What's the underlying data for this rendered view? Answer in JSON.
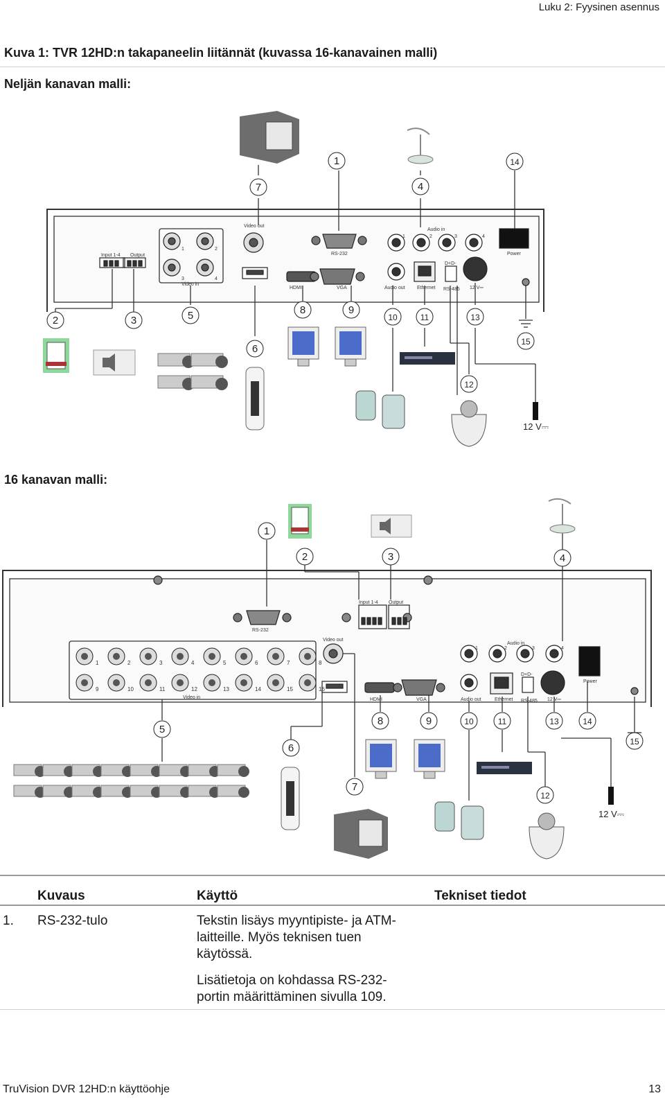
{
  "header": {
    "chapter": "Luku 2: Fyysinen asennus"
  },
  "figure": {
    "title": "Kuva 1: TVR 12HD:n takapaneelin liitännät (kuvassa 16-kanavainen malli)",
    "subtitle_4ch": "Neljän kanavan malli:",
    "subtitle_16ch": "16 kanavan malli:",
    "callouts": [
      "1",
      "2",
      "3",
      "4",
      "5",
      "6",
      "7",
      "8",
      "9",
      "10",
      "11",
      "12",
      "13",
      "14",
      "15"
    ],
    "panel_labels": {
      "video_out": "Video out",
      "rs232": "RS-232",
      "audio_in": "Audio in",
      "hdmi": "HDMI",
      "vga": "VGA",
      "audio_out": "Audio out",
      "ethernet": "Ethernet",
      "rs485": "RS-485",
      "dc12": "12 V⎓",
      "power": "Power",
      "video_in": "Video in",
      "input": "Input 1-4",
      "output": "Output",
      "dd": "D+D-",
      "power_supply": "12 V⎓"
    },
    "video_in_4": [
      "1",
      "2",
      "3",
      "4"
    ],
    "video_in_16": [
      "1",
      "2",
      "3",
      "4",
      "5",
      "6",
      "7",
      "8",
      "9",
      "10",
      "11",
      "12",
      "13",
      "14",
      "15",
      "16"
    ],
    "audio_in_numbers": [
      "1",
      "2",
      "3",
      "4"
    ]
  },
  "table": {
    "headers": {
      "description": "Kuvaus",
      "usage": "Käyttö",
      "specs": "Tekniset tiedot"
    },
    "rows": [
      {
        "num": "1.",
        "description": "RS-232-tulo",
        "usage_line1": "Tekstin lisäys myyntipiste- ja ATM-",
        "usage_line2": "laitteille. Myös teknisen tuen",
        "usage_line3": "käytössä.",
        "usage_line4": "Lisätietoja on kohdassa RS-232-",
        "usage_line5": "portin määrittäminen sivulla 109.",
        "specs": ""
      }
    ]
  },
  "footer": {
    "left": "TruVision DVR 12HD:n käyttöohje",
    "page": "13"
  }
}
